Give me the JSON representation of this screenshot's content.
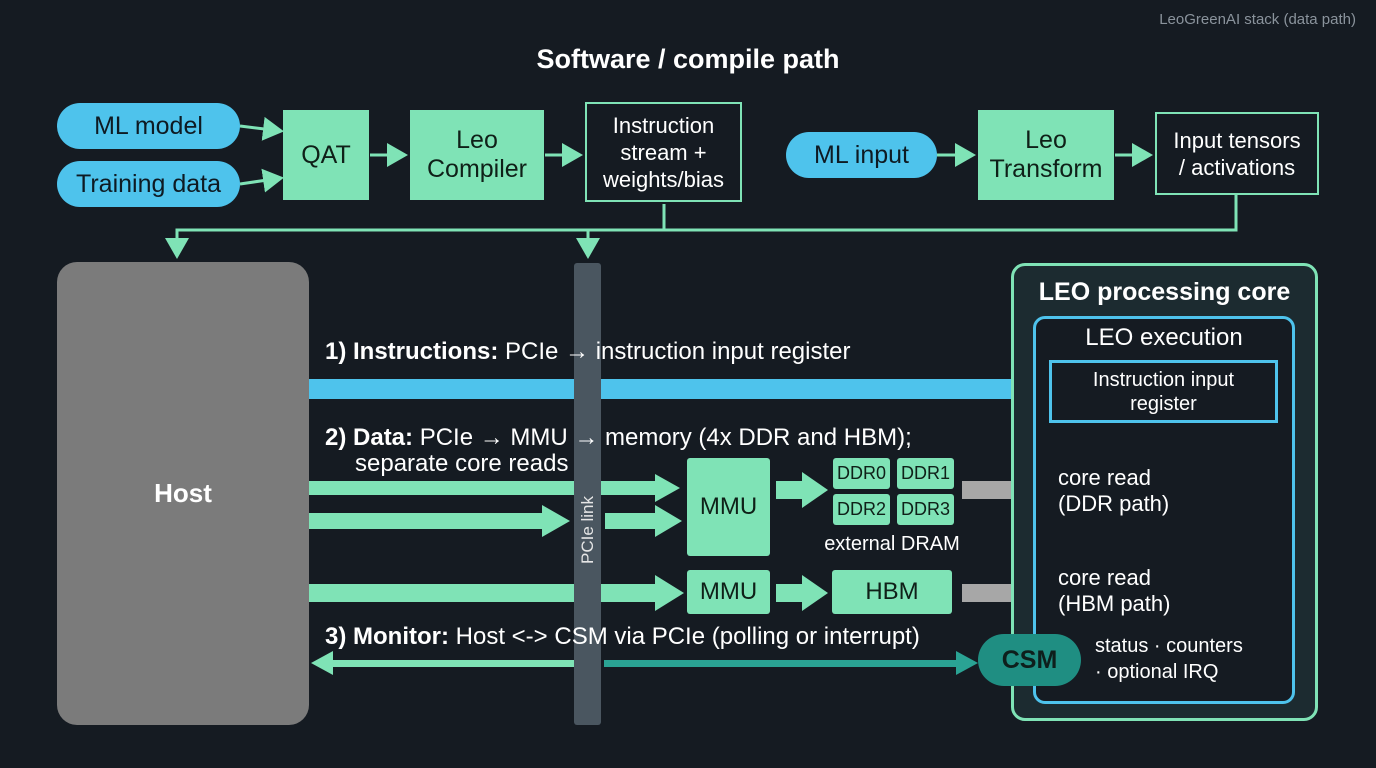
{
  "watermark": "LeoGreenAI stack (data path)",
  "title": "Software / compile path",
  "compile": {
    "ml_model": "ML model",
    "training_data": "Training data",
    "qat": "QAT",
    "leo_compiler": [
      "Leo",
      "Compiler"
    ],
    "instruction_stream": [
      "Instruction",
      "stream +",
      "weights/bias"
    ],
    "ml_input": "ML input",
    "leo_transform": [
      "Leo",
      "Transform"
    ],
    "input_tensors": [
      "Input tensors",
      "/ activations"
    ]
  },
  "host": "Host",
  "pcie_link": "PCIe link",
  "steps": {
    "s1_bold": "1) Instructions:",
    "s1_text": " PCIe  → instruction input register",
    "s2_bold": "2) Data:",
    "s2_text": " PCIe → MMU → memory (4x DDR and HBM);",
    "s2_line2": "separate core reads",
    "s3_bold": "3) Monitor:",
    "s3_text": " Host <-> CSM via PCIe (polling or interrupt)"
  },
  "memory": {
    "mmu": "MMU",
    "ddr": [
      "DDR0",
      "DDR1",
      "DDR2",
      "DDR3"
    ],
    "external_dram": "external DRAM",
    "hbm": "HBM"
  },
  "core": {
    "title": "LEO processing core",
    "execution": "LEO execution",
    "instruction_register": [
      "Instruction input",
      "register"
    ],
    "core_read_ddr": [
      "core read",
      "(DDR path)"
    ],
    "core_read_hbm": [
      "core read",
      "(HBM path)"
    ],
    "csm": "CSM",
    "csm_info": [
      "status · counters",
      "· optional IRQ"
    ]
  },
  "colors": {
    "background": "#151b22",
    "green": "#7fe3b6",
    "blue": "#4ec3ec",
    "gray": "#7b7b7b",
    "teal": "#1f8e82"
  }
}
